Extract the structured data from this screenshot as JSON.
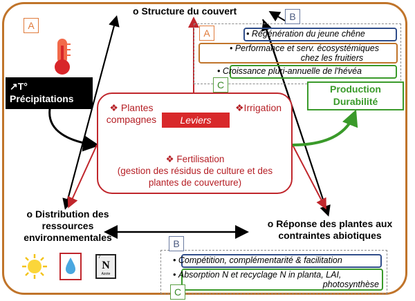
{
  "top_title": "Structure du couvert",
  "left_title_line1": "Distribution des",
  "left_title_line2": "ressources",
  "left_title_line3": "environnementales",
  "right_title_line1": "Réponse des plantes aux",
  "right_title_line2": "contraintes abiotiques",
  "bullet_marker": "o",
  "climate": {
    "line1": "↗T°",
    "line2": " Précipitations"
  },
  "leviers": {
    "tag": "Leviers",
    "plantes_line1": "❖ Plantes",
    "plantes_line2": "compagnes",
    "irrigation": "❖Irrigation",
    "fert_line1": "❖ Fertilisation",
    "fert_line2": "(gestion des résidus de culture et des",
    "fert_line3": "plantes de couverture)"
  },
  "output": {
    "line1": "Production ",
    "line2": "Durabilité"
  },
  "top_list": [
    "Régénération du jeune chêne",
    "Performance et serv. écosystémiques",
    "chez les fruitiers",
    "Croissance pluri-annuelle de l'hévéa"
  ],
  "bottom_list": [
    "Compétition, complémentarité & facilitation",
    "Absorption N et recyclage N in planta, LAI,",
    "photosynthèse"
  ],
  "letters": {
    "a": "A",
    "b": "B",
    "c": "C"
  },
  "nitrogen": {
    "number": "7",
    "symbol": "N",
    "name": "Azote"
  },
  "colors": {
    "frame": "#c0742a",
    "levers_red": "#c0262c",
    "green": "#3a9a2a",
    "blue_highlight": "#2f4d8a",
    "orange_highlight": "#c0742a"
  }
}
